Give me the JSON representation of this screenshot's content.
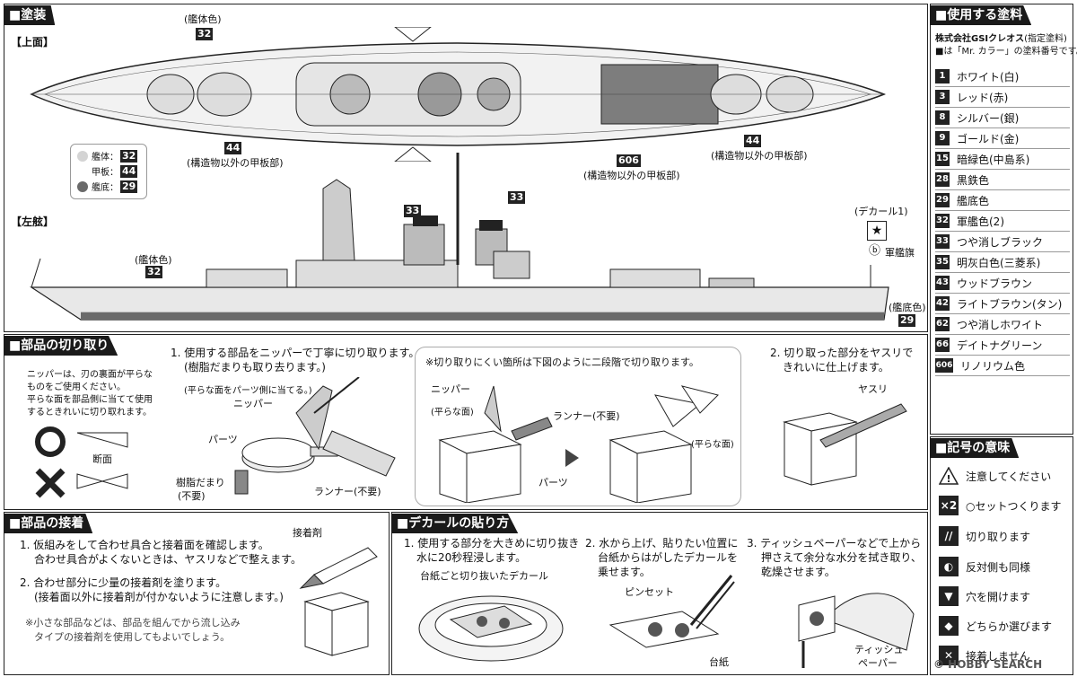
{
  "sections": {
    "paint_title": "■塗装",
    "paints_title": "■使用する塗料",
    "cut_title": "■部品の切り取り",
    "glue_title": "■部品の接着",
    "decal_title": "■デカールの貼り方",
    "symbols_title": "■記号の意味"
  },
  "painting": {
    "top_view_label": "【上面】",
    "side_view_label": "【左舷】",
    "hull_color_label": "(艦体色)",
    "hull_color_num": "32",
    "deck_label_1": "(構造物以外の甲板部)",
    "deck_num_1": "44",
    "deck_label_2": "(構造物以外の甲板部)",
    "deck_num_2": "606",
    "deck_label_3": "(構造物以外の甲板部)",
    "deck_num_3": "44",
    "legend": [
      {
        "label": "艦体：",
        "num": "32",
        "swatch": "#d4d4d4"
      },
      {
        "label": "甲板：",
        "num": "44",
        "swatch": ""
      },
      {
        "label": "艦底：",
        "num": "29",
        "swatch": "#6a6a6a"
      }
    ],
    "side_hull_label": "(艦体色)",
    "side_hull_num": "32",
    "funnel_num_1": "33",
    "funnel_num_2": "33",
    "decal_label": "(デカール1)",
    "decal_b": "ⓑ",
    "flag_label": "軍艦旗",
    "bottom_label": "(艦底色)",
    "bottom_num": "29"
  },
  "paints": {
    "maker": "株式会社GSIクレオス",
    "maker_note": "(指定塗料)",
    "note": "■は「Mr. カラー」の塗料番号です。",
    "items": [
      {
        "num": "1",
        "name": "ホワイト(白)"
      },
      {
        "num": "3",
        "name": "レッド(赤)"
      },
      {
        "num": "8",
        "name": "シルバー(銀)"
      },
      {
        "num": "9",
        "name": "ゴールド(金)"
      },
      {
        "num": "15",
        "name": "暗緑色(中島系)"
      },
      {
        "num": "28",
        "name": "黒鉄色"
      },
      {
        "num": "29",
        "name": "艦底色"
      },
      {
        "num": "32",
        "name": "軍艦色(2)"
      },
      {
        "num": "33",
        "name": "つや消しブラック"
      },
      {
        "num": "35",
        "name": "明灰白色(三菱系)"
      },
      {
        "num": "43",
        "name": "ウッドブラウン"
      },
      {
        "num": "42",
        "name": "ライトブラウン(タン)"
      },
      {
        "num": "62",
        "name": "つや消しホワイト"
      },
      {
        "num": "66",
        "name": "デイトナグリーン"
      },
      {
        "num": "606",
        "name": "リノリウム色"
      }
    ]
  },
  "cutting": {
    "nipper_note_1": "ニッパーは、刃の裏面が平らな",
    "nipper_note_2": "ものをご使用ください。",
    "nipper_note_3": "平らな面を部品側に当てて使用",
    "nipper_note_4": "するときれいに切り取れます。",
    "cross_section": "断面",
    "step1_line1": "1. 使用する部品をニッパーで丁寧に切り取ります。",
    "step1_line2": "(樹脂だまりも取り去ります。)",
    "flat_side_note": "(平らな面をパーツ側に当てる。)",
    "nipper": "ニッパー",
    "parts": "パーツ",
    "resin": "樹脂だまり",
    "resin_note": "(不要)",
    "runner": "ランナー(不要)",
    "hard_note": "※切り取りにくい箇所は下図のように二段階で切り取ります。",
    "nipper2": "ニッパー",
    "flat2": "(平らな面)",
    "runner2": "ランナー(不要)",
    "parts2": "パーツ",
    "flat3": "(平らな面)",
    "step2_line1": "2. 切り取った部分をヤスリで",
    "step2_line2": "きれいに仕上げます。",
    "file": "ヤスリ"
  },
  "glue": {
    "step1_line1": "1. 仮組みをして合わせ具合と接着面を確認します。",
    "step1_line2": "合わせ具合がよくないときは、ヤスリなどで整えます。",
    "glue_label": "接着剤",
    "step2_line1": "2. 合わせ部分に少量の接着剤を塗ります。",
    "step2_line2": "(接着面以外に接着剤が付かないように注意します。)",
    "note_line1": "※小さな部品などは、部品を組んでから流し込み",
    "note_line2": "タイプの接着剤を使用してもよいでしょう。"
  },
  "decal": {
    "step1_line1": "1. 使用する部分を大きめに切り抜き",
    "step1_line2": "水に20秒程浸します。",
    "cut_decal": "台紙ごと切り抜いたデカール",
    "step2_line1": "2. 水から上げ、貼りたい位置に",
    "step2_line2": "台紙からはがしたデカールを",
    "step2_line3": "乗せます。",
    "tweezers": "ピンセット",
    "backing": "台紙",
    "step3_line1": "3. ティッシュペーパーなどで上から",
    "step3_line2": "押さえて余分な水分を拭き取り、",
    "step3_line3": "乾燥させます。",
    "tissue_1": "ティッシュ",
    "tissue_2": "ペーパー"
  },
  "symbols": [
    {
      "icon": "warning-icon",
      "glyph": "!",
      "label": "注意してください"
    },
    {
      "icon": "times-two-icon",
      "glyph": "×2",
      "label": "○セットつくります"
    },
    {
      "icon": "cut-icon",
      "glyph": "//",
      "label": "切り取ります"
    },
    {
      "icon": "mirror-icon",
      "glyph": "◐",
      "label": "反対側も同様"
    },
    {
      "icon": "drill-icon",
      "glyph": "▼",
      "label": "穴を開けます"
    },
    {
      "icon": "choice-icon",
      "glyph": "◆",
      "label": "どちらか選びます"
    },
    {
      "icon": "no-glue-icon",
      "glyph": "✕",
      "label": "接着しません"
    }
  ],
  "watermark": "© HOBBY SEARCH"
}
